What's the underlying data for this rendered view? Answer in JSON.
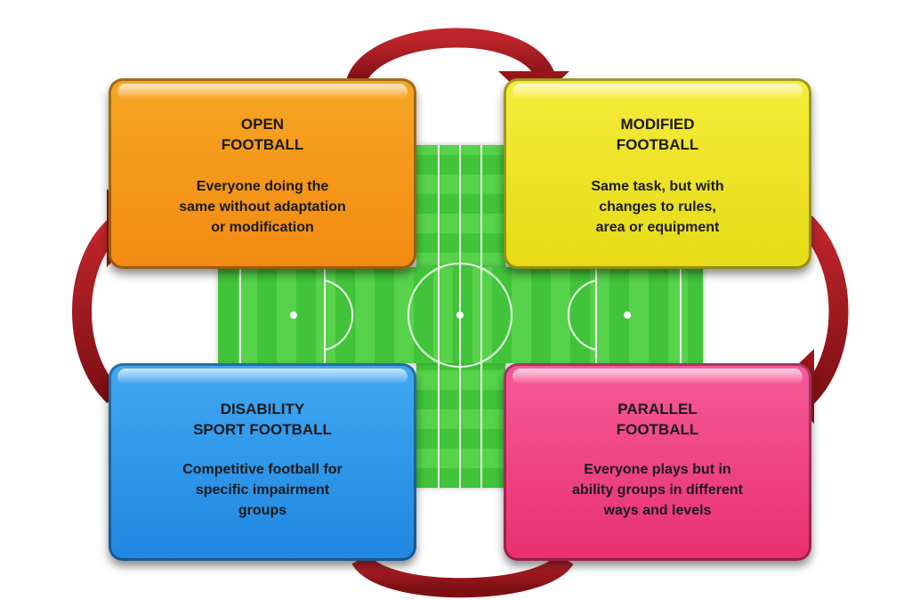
{
  "colors": {
    "background": "#ffffff",
    "arrow": "#9a1419",
    "pitch_green": "#41c43a",
    "pitch_line": "#ffffff",
    "open_football": "#f28a12",
    "modified_football": "#e6db15",
    "disability_sport_football": "#1f86e0",
    "parallel_football": "#e8306f"
  },
  "boxes": {
    "open": {
      "title": "OPEN\nFOOTBALL",
      "text": "Everyone doing the\nsame without adaptation\nor modification"
    },
    "modified": {
      "title": "MODIFIED\nFOOTBALL",
      "text": "Same task, but with\nchanges to rules,\narea or equipment"
    },
    "disability": {
      "title": "DISABILITY\nSPORT FOOTBALL",
      "text": "Competitive football for\nspecific impairment\ngroups"
    },
    "parallel": {
      "title": "PARALLEL\nFOOTBALL",
      "text": "Everyone plays but in\nability groups in different\nways and levels"
    }
  },
  "icons": {
    "pitch": "football-pitch-icon",
    "cycle_arrows": "cycle-arrow-icon"
  }
}
